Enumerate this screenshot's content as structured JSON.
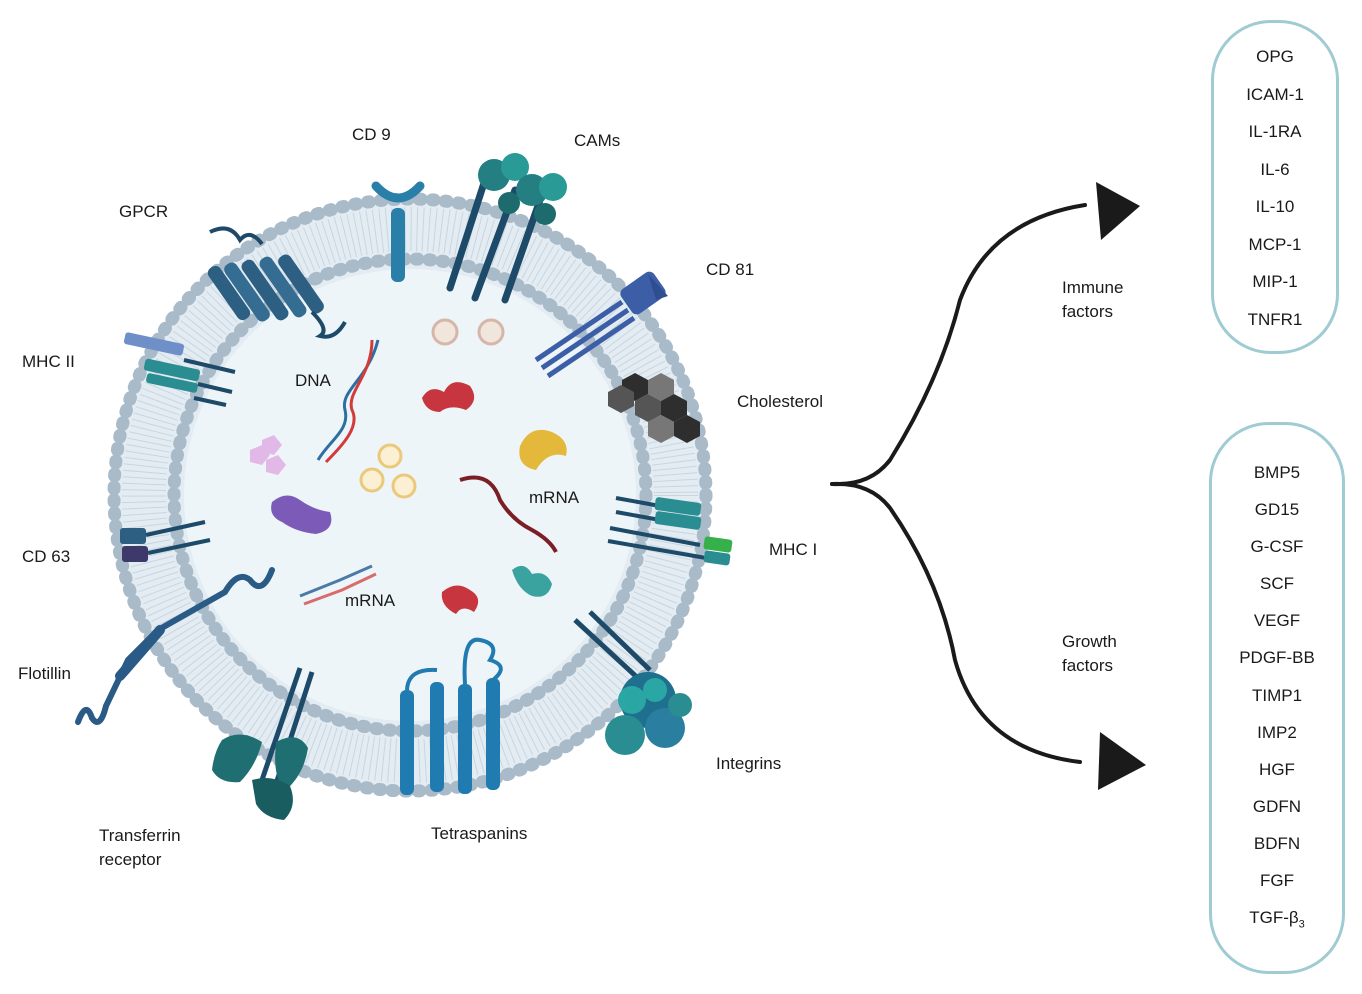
{
  "labels": {
    "cd9": "CD 9",
    "cams": "CAMs",
    "gpcr": "GPCR",
    "cd81": "CD 81",
    "mhc2": "MHC II",
    "dna": "DNA",
    "cholesterol": "Cholesterol",
    "mrna_top": "mRNA",
    "mrna_bottom": "mRNA",
    "cd63": "CD 63",
    "mhc1": "MHC I",
    "flotillin": "Flotillin",
    "integrins": "Integrins",
    "transferrin": "Transferrin\nreceptor",
    "tetraspanins": "Tetraspanins"
  },
  "immune": {
    "label": "Immune\nfactors",
    "items": [
      "OPG",
      "ICAM-1",
      "IL-1RA",
      "IL-6",
      "IL-10",
      "MCP-1",
      "MIP-1",
      "TNFR1"
    ]
  },
  "growth": {
    "label": "Growth\nfactors",
    "items": [
      "BMP5",
      "GD15",
      "G-CSF",
      "SCF",
      "VEGF",
      "PDGF-BB",
      "TIMP1",
      "IMP2",
      "HGF",
      "GDFN",
      "BDFN",
      "FGF"
    ],
    "last_item_base": "TGF-β",
    "last_item_sub": "3"
  },
  "colors": {
    "membrane_head": "#a9bac8",
    "lumen": "#eef5f9",
    "protein_dark": "#2c5f82",
    "protein_teal": "#2a8d92",
    "panel_border": "#9fcbd2"
  }
}
